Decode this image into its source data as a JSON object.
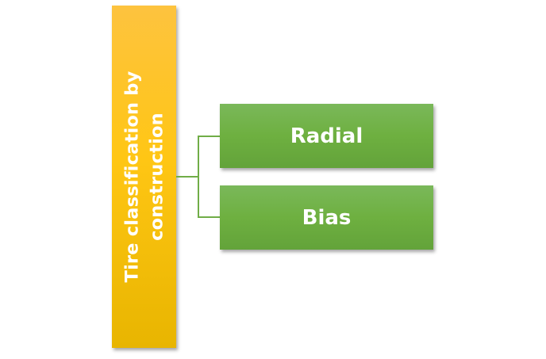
{
  "diagram": {
    "type": "hierarchy",
    "root": {
      "label": "Tire classification by construction",
      "color": "#ffc000"
    },
    "children": [
      {
        "label": "Radial",
        "color": "#70ad47"
      },
      {
        "label": "Bias",
        "color": "#70ad47"
      }
    ],
    "connector_color": "#70ad47"
  }
}
